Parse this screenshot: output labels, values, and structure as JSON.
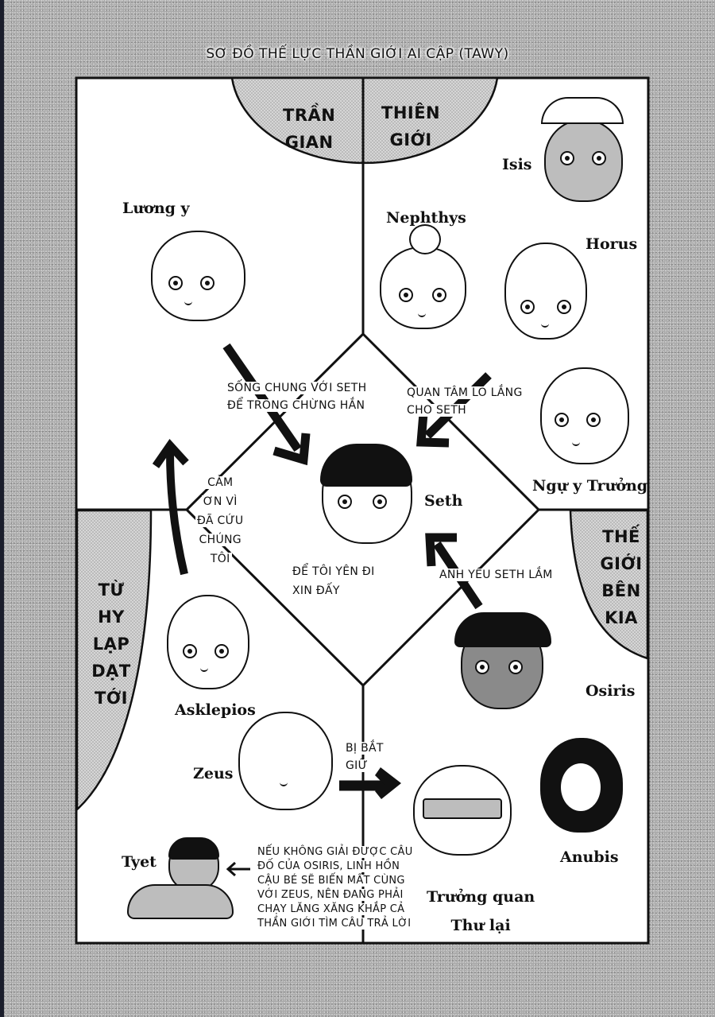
{
  "title": "SƠ ĐỒ THẾ LỰC THẦN GIỚI AI CẬP (TAWY)",
  "colors": {
    "background_noise": "#a9a9a9",
    "panel": "#ffffff",
    "region_fill": "#cfcfcf",
    "ink": "#111111"
  },
  "regions": {
    "tran_gian": [
      "TRẦN",
      "GIAN"
    ],
    "thien_gioi": [
      "THIÊN",
      "GIỚI"
    ],
    "tu_hy_lap": [
      "TỪ",
      "HY",
      "LẠP",
      "DẠT",
      "TỚI"
    ],
    "the_gioi_ben_kia": [
      "THẾ",
      "GIỚI",
      "BÊN",
      "KIA"
    ]
  },
  "characters": {
    "isis": "Isis",
    "nephthys": "Nephthys",
    "horus": "Horus",
    "luong_y": "Lương y",
    "ngu_y_truong": "Ngự y Trưởng",
    "seth": "Seth",
    "osiris": "Osiris",
    "asklepios": "Asklepios",
    "zeus": "Zeus",
    "anubis": "Anubis",
    "tyet": "Tyet",
    "truong_quan": [
      "Trưởng quan",
      "Thư lại"
    ]
  },
  "relations": {
    "luong_y_to_seth": [
      "SỐNG CHUNG VỚI SETH",
      "ĐỂ TRÔNG CHỪNG HẮN"
    ],
    "ngu_y_to_seth": [
      "QUAN TÂM LO LẮNG",
      "CHO SETH"
    ],
    "asklepios_to_luong_y": [
      "CẢM",
      "ƠN VÌ",
      "ĐÃ CỨU",
      "CHÚNG",
      "TÔI"
    ],
    "seth_quote": [
      "ĐỂ TÔI YÊN ĐI",
      "XIN ĐẤY"
    ],
    "osiris_to_seth": "ANH YÊU SETH LẮM",
    "zeus_captured": [
      "BỊ BẮT",
      "GIỮ"
    ],
    "tyet_note": [
      "NẾU KHÔNG GIẢI ĐƯỢC CÂU",
      "ĐỐ CỦA OSIRIS, LINH HỒN",
      "CẬU BÉ SẼ BIẾN MẤT CÙNG",
      "VỚI ZEUS, NÊN ĐANG PHẢI",
      "CHẠY LĂNG XĂNG KHẮP CẢ",
      "THẦN GIỚI TÌM CÂU TRẢ LỜI"
    ]
  }
}
